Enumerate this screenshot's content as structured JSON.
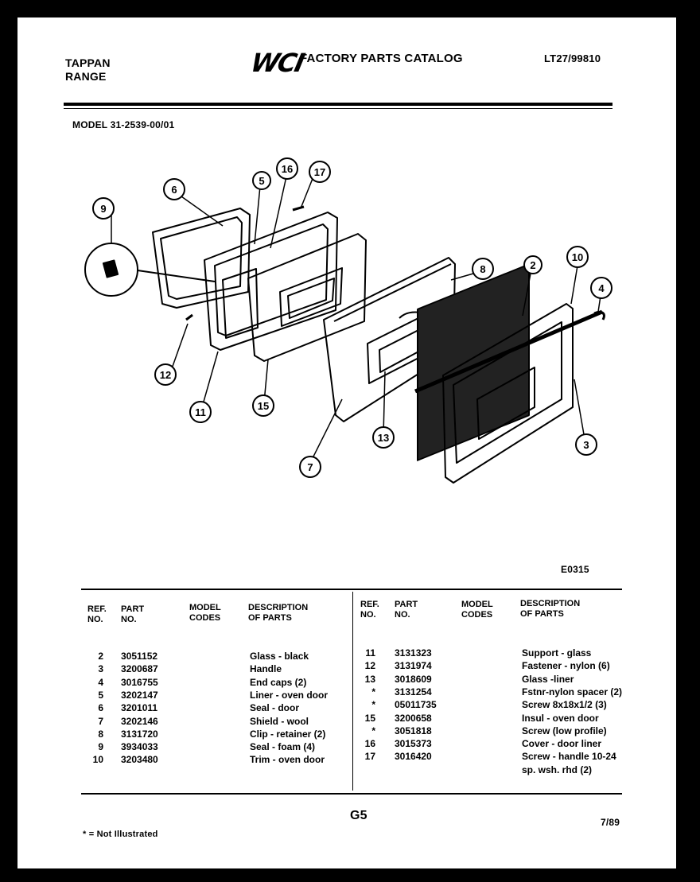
{
  "header": {
    "brand_line1": "TAPPAN",
    "brand_line2": "RANGE",
    "logo_text": "WCI",
    "catalog_title": "FACTORY PARTS CATALOG",
    "catalog_code": "LT27/99810"
  },
  "model_label": "MODEL 31-2539-00/01",
  "diagram": {
    "figure_code": "E0315",
    "callouts": [
      "9",
      "6",
      "5",
      "16",
      "17",
      "8",
      "2",
      "10",
      "4",
      "12",
      "11",
      "15",
      "7",
      "13",
      "3"
    ]
  },
  "table": {
    "headers": {
      "ref": "REF.\nNO.",
      "part": "PART\nNO.",
      "model": "MODEL\nCODES",
      "desc": "DESCRIPTION\nOF PARTS"
    },
    "left_rows": [
      {
        "ref": "2",
        "part": "3051152",
        "desc": "Glass - black"
      },
      {
        "ref": "3",
        "part": "3200687",
        "desc": "Handle"
      },
      {
        "ref": "4",
        "part": "3016755",
        "desc": "End caps (2)"
      },
      {
        "ref": "5",
        "part": "3202147",
        "desc": "Liner - oven door"
      },
      {
        "ref": "6",
        "part": "3201011",
        "desc": "Seal - door"
      },
      {
        "ref": "7",
        "part": "3202146",
        "desc": "Shield - wool"
      },
      {
        "ref": "8",
        "part": "3131720",
        "desc": "Clip - retainer (2)"
      },
      {
        "ref": "9",
        "part": "3934033",
        "desc": "Seal - foam (4)"
      },
      {
        "ref": "10",
        "part": "3203480",
        "desc": "Trim - oven door"
      }
    ],
    "right_rows": [
      {
        "ref": "11",
        "part": "3131323",
        "desc": "Support - glass"
      },
      {
        "ref": "12",
        "part": "3131974",
        "desc": "Fastener - nylon (6)"
      },
      {
        "ref": "13",
        "part": "3018609",
        "desc": "Glass -liner"
      },
      {
        "ref": "*",
        "part": "3131254",
        "desc": "Fstnr-nylon spacer (2)"
      },
      {
        "ref": "*",
        "part": "05011735",
        "desc": "Screw 8x18x1/2 (3)"
      },
      {
        "ref": "15",
        "part": "3200658",
        "desc": "Insul - oven door"
      },
      {
        "ref": "*",
        "part": "3051818",
        "desc": "Screw (low profile)"
      },
      {
        "ref": "16",
        "part": "3015373",
        "desc": "Cover - door liner"
      },
      {
        "ref": "17",
        "part": "3016420",
        "desc": "Screw - handle 10-24"
      },
      {
        "ref": "",
        "part": "",
        "desc": "sp. wsh. rhd (2)"
      }
    ]
  },
  "footer": {
    "page_number": "G5",
    "date": "7/89",
    "note": "* = Not Illustrated"
  }
}
